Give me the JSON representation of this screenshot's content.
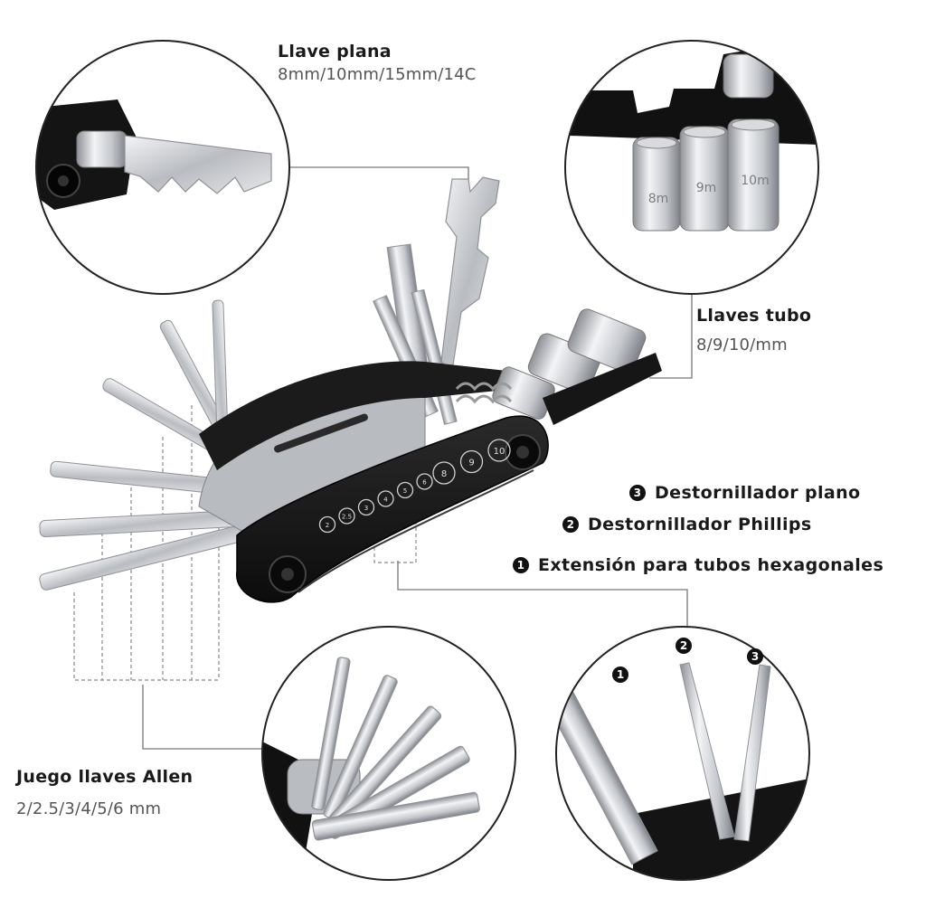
{
  "llave_plana": {
    "title": "Llave plana",
    "sizes": "8mm/10mm/15mm/14C"
  },
  "llaves_tubo": {
    "title": "Llaves tubo",
    "sizes": "8/9/10/mm",
    "socket_labels": [
      "8m",
      "9m",
      "10m"
    ]
  },
  "allen": {
    "title": "Juego llaves Allen",
    "sizes": "2/2.5/3/4/5/6 mm"
  },
  "tools": [
    {
      "num": "3",
      "label": "Destornillador plano"
    },
    {
      "num": "2",
      "label": "Destornillador Phillips"
    },
    {
      "num": "1",
      "label": "Extensión para tubos hexagonales"
    }
  ],
  "handle_numbers": [
    "2",
    "2.5",
    "3",
    "4",
    "5",
    "6",
    "8",
    "9",
    "10"
  ],
  "colors": {
    "tool_body": "#151515",
    "steel": "#c9ccd0",
    "leader": "#777777"
  }
}
